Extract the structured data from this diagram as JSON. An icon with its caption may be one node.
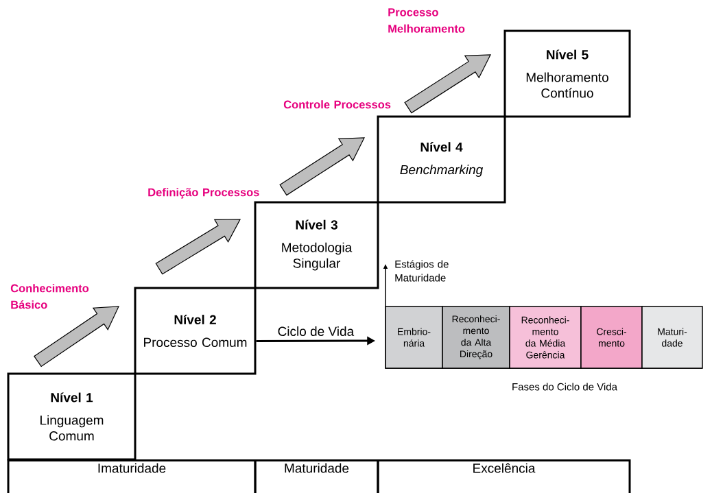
{
  "diagram": {
    "nodes": [
      {
        "text": [
          "Nível 1",
          "Linguagem Comum"
        ]
      },
      {
        "text": [
          "Nível 2",
          "Processo Comum"
        ]
      },
      {
        "text": [
          "Nível 3",
          "Metodologia Singular"
        ]
      },
      {
        "text": [
          "Nível 4",
          "Benchmarking"
        ]
      },
      {
        "text": [
          "Nível 5",
          "Melhoramento Contínuo"
        ]
      },
      {
        "text": [
          "Imaturidade"
        ]
      },
      {
        "text": [
          "Maturidade"
        ]
      },
      {
        "text": [
          "Excelência"
        ]
      },
      {
        "text": [
          "Embrio- nária"
        ]
      },
      {
        "text": [
          "Reconheci- mento da Alta Direção"
        ]
      },
      {
        "text": [
          "Reconheci- mento da Média Gerência"
        ]
      },
      {
        "text": [
          "Cresci- mento"
        ]
      },
      {
        "text": [
          "Maturi- dade"
        ]
      }
    ],
    "edges": [
      {
        "from": 1,
        "to": 8,
        "arrow": "to",
        "label": "Ciclo de Vida"
      }
    ],
    "labels": [
      "Processo Melhoramento",
      "Controle Processos",
      "Definição Processos",
      "Conhecimento Básico",
      "Estágios de Maturidade",
      "Fases do Ciclo de Vida"
    ]
  }
}
